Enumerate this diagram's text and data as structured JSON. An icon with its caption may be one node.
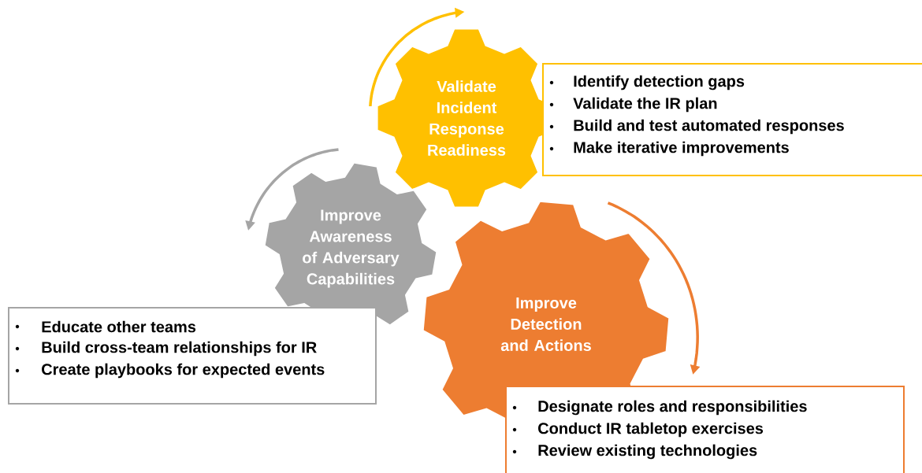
{
  "diagram": {
    "nodes": [
      {
        "text": [
          "Validate Incident Response Readiness"
        ]
      },
      {
        "text": [
          "Identify detection gaps",
          "Validate the IR plan",
          "Build and test automated responses",
          "Make iterative improvements"
        ]
      },
      {
        "text": [
          "Improve Awareness of Adversary Capabilities"
        ]
      },
      {
        "text": [
          "Educate other teams",
          "Build cross-team relationships for IR",
          "Create playbooks for expected events"
        ]
      },
      {
        "text": [
          "Improve Detection and Actions"
        ]
      },
      {
        "text": [
          "Designate roles and responsibilities",
          "Conduct IR tabletop exercises",
          "Review existing technologies"
        ]
      }
    ]
  }
}
